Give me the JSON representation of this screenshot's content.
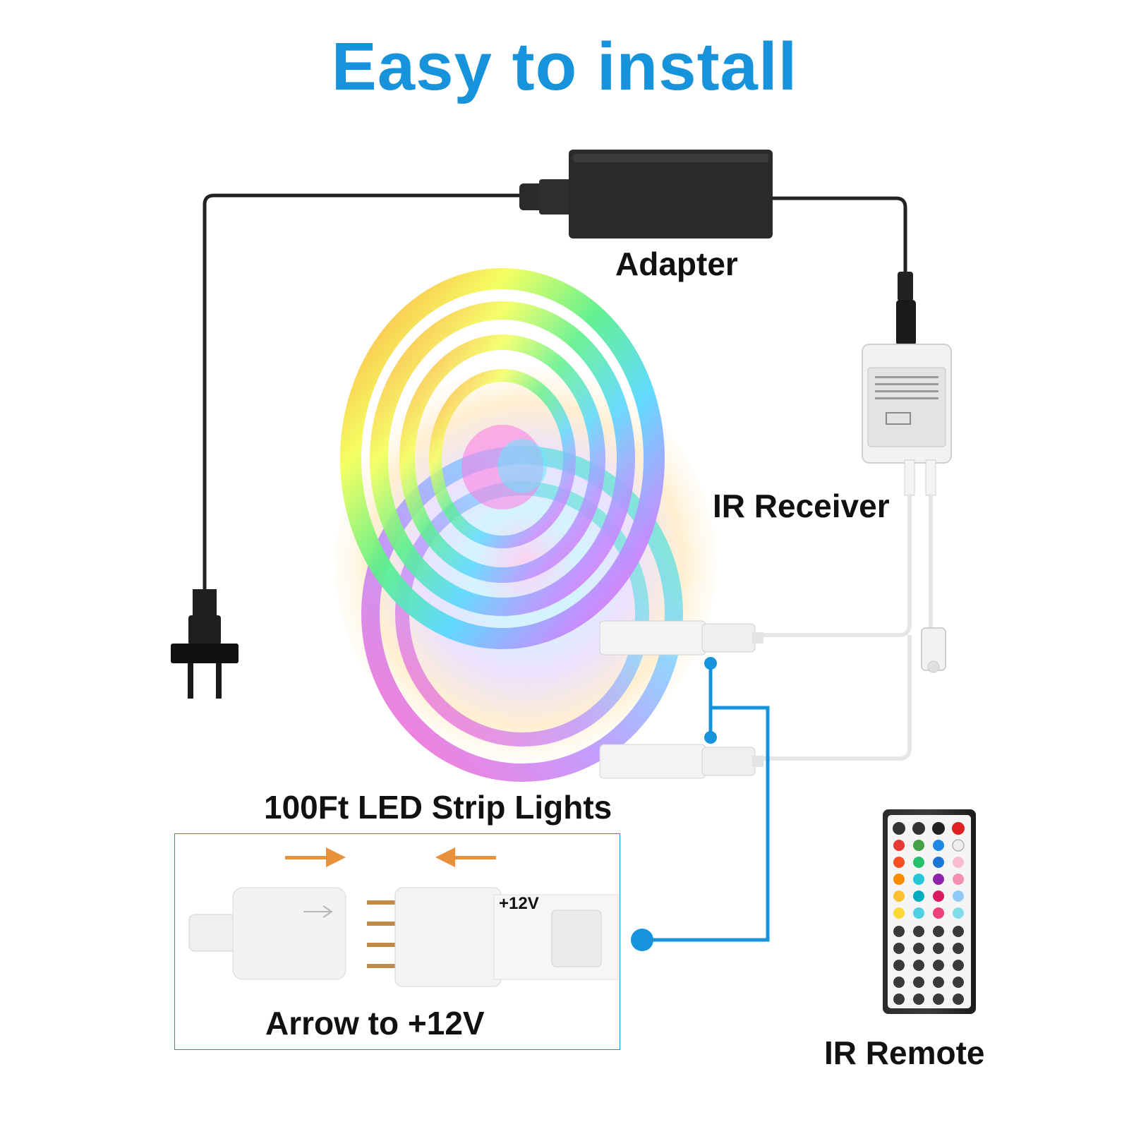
{
  "title": "Easy to install",
  "labels": {
    "adapter": "Adapter",
    "ir_receiver": "IR Receiver",
    "strip_lights": "100Ft LED Strip Lights",
    "arrow_hint": "Arrow to +12V",
    "ir_remote": "IR Remote",
    "plus12v": "+12V"
  },
  "colors": {
    "title": "#1793db",
    "connector_line": "#1793db",
    "arrow": "#e8913a",
    "cable": "#222222"
  },
  "icons": [
    "plug-icon",
    "adapter-icon",
    "ir-receiver-icon",
    "led-reel-icon",
    "connector-icon",
    "ir-remote-icon",
    "arrow-right-icon",
    "arrow-left-icon"
  ]
}
